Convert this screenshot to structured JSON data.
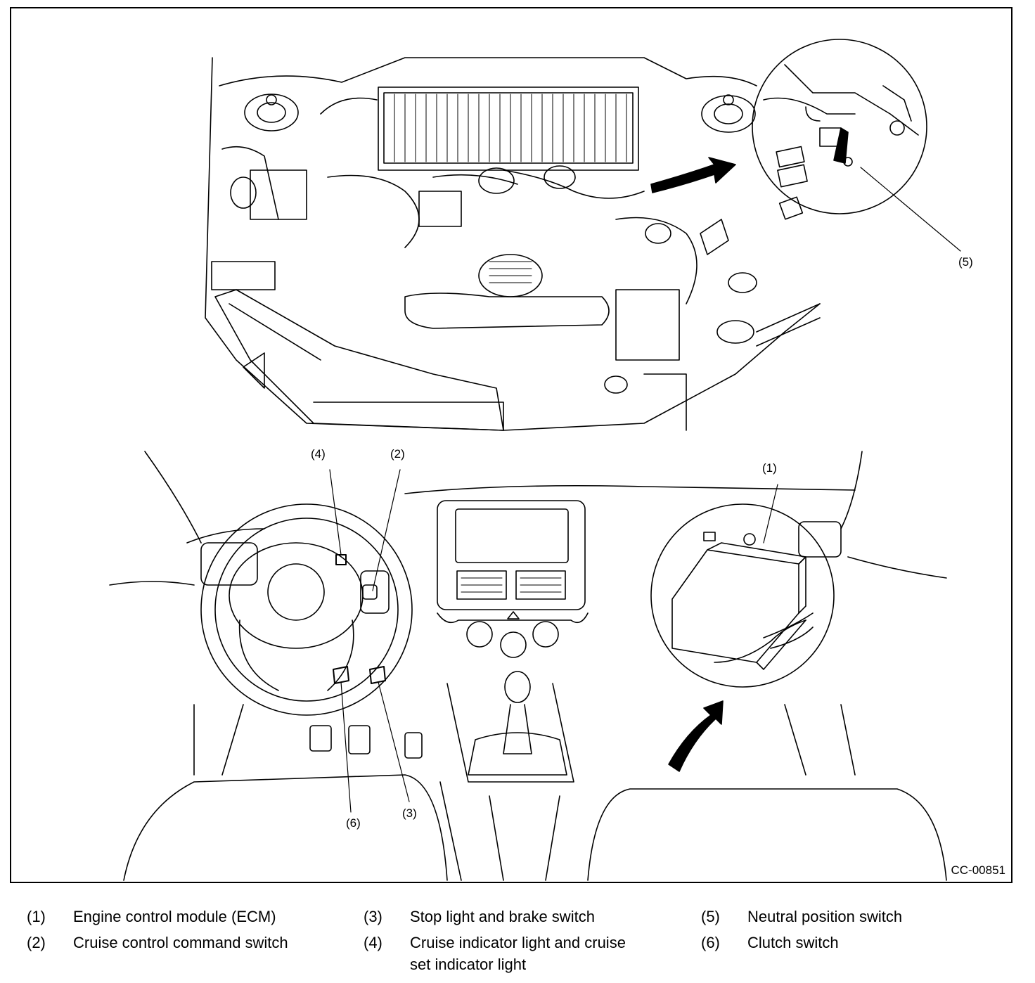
{
  "figure": {
    "code": "CC-00851",
    "callouts": {
      "c1": "(1)",
      "c2": "(2)",
      "c3": "(3)",
      "c4": "(4)",
      "c5": "(5)",
      "c6": "(6)"
    }
  },
  "legend": [
    {
      "num": "(1)",
      "text": "Engine control module (ECM)"
    },
    {
      "num": "(2)",
      "text": "Cruise control command switch"
    },
    {
      "num": "(3)",
      "text": "Stop light and brake switch"
    },
    {
      "num": "(4)",
      "text": "Cruise indicator light and cruise",
      "text2": "set indicator light"
    },
    {
      "num": "(5)",
      "text": "Neutral position switch"
    },
    {
      "num": "(6)",
      "text": "Clutch switch"
    }
  ]
}
